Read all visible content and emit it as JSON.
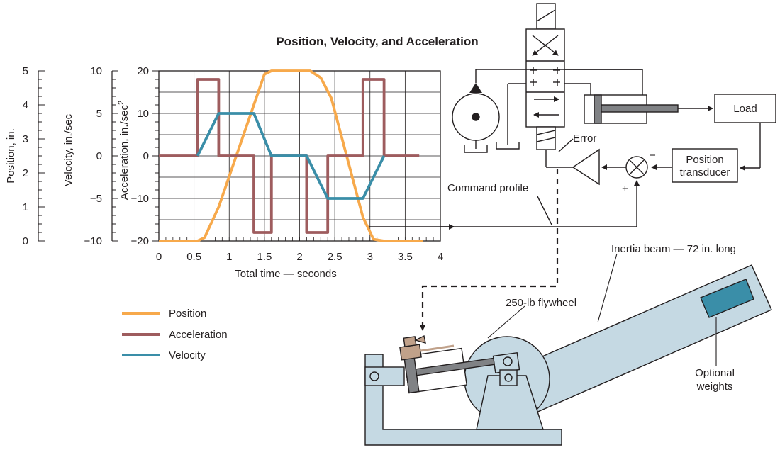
{
  "title": "Position, Velocity, and Acceleration",
  "chart_data": {
    "type": "line",
    "xlabel": "Total time — seconds",
    "xlim": [
      0,
      4
    ],
    "xticks": [
      "0",
      "0.5",
      "1",
      "1.5",
      "2",
      "2.5",
      "3",
      "3.5",
      "4"
    ],
    "axes": {
      "position": {
        "label": "Position, in.",
        "lim": [
          0,
          5
        ],
        "ticks": [
          "0",
          "1",
          "2",
          "3",
          "4",
          "5"
        ]
      },
      "velocity": {
        "label": "Velocity, in./sec",
        "lim": [
          -10,
          10
        ],
        "ticks": [
          "−10",
          "−5",
          "0",
          "5",
          "10"
        ]
      },
      "acceleration": {
        "label_main": "Acceleration, in./sec",
        "label_sup": "2",
        "lim": [
          -20,
          20
        ],
        "ticks": [
          "−20",
          "−10",
          "0",
          "10",
          "20"
        ]
      }
    },
    "legend_placement": "bottom-left",
    "grid": true,
    "series": [
      {
        "name": "Position",
        "axis": "position",
        "color": "#f7a94b",
        "points": [
          [
            0,
            0
          ],
          [
            0.55,
            0
          ],
          [
            0.65,
            0.1
          ],
          [
            0.85,
            1.0
          ],
          [
            1.35,
            4.0
          ],
          [
            1.5,
            4.9
          ],
          [
            1.6,
            5.0
          ],
          [
            2.15,
            5.0
          ],
          [
            2.3,
            4.8
          ],
          [
            2.45,
            4.2
          ],
          [
            2.9,
            0.7
          ],
          [
            3.05,
            0.05
          ],
          [
            3.2,
            0
          ],
          [
            3.75,
            0
          ]
        ]
      },
      {
        "name": "Acceleration",
        "axis": "acceleration",
        "color": "#9e5c5e",
        "points": [
          [
            0,
            0
          ],
          [
            0.55,
            0
          ],
          [
            0.55,
            18
          ],
          [
            0.85,
            18
          ],
          [
            0.85,
            0
          ],
          [
            1.35,
            0
          ],
          [
            1.35,
            -18
          ],
          [
            1.6,
            -18
          ],
          [
            1.6,
            0
          ],
          [
            2.1,
            0
          ],
          [
            2.1,
            -18
          ],
          [
            2.4,
            -18
          ],
          [
            2.4,
            0
          ],
          [
            2.9,
            0
          ],
          [
            2.9,
            18
          ],
          [
            3.2,
            18
          ],
          [
            3.2,
            0
          ],
          [
            3.7,
            0
          ]
        ]
      },
      {
        "name": "Velocity",
        "axis": "velocity",
        "color": "#3a8ea8",
        "points": [
          [
            0.55,
            0
          ],
          [
            0.85,
            5
          ],
          [
            1.35,
            5
          ],
          [
            1.6,
            0
          ],
          [
            2.1,
            0
          ],
          [
            2.4,
            -5
          ],
          [
            2.9,
            -5
          ],
          [
            3.2,
            0
          ]
        ]
      }
    ]
  },
  "diagram": {
    "load": "Load",
    "position_transducer": [
      "Position",
      "transducer"
    ],
    "error": "Error",
    "command_profile": "Command profile",
    "minus": "−",
    "plus": "+",
    "inertia_beam": "Inertia beam — 72 in. long",
    "flywheel": "250-lb flywheel",
    "optional_weights": [
      "Optional",
      "weights"
    ]
  },
  "colors": {
    "machine_fill": "#c5d9e3",
    "actuator_fill": "#c0a18a",
    "weight_fill": "#3a8ea8",
    "rod_fill": "#808285",
    "line": "#231f20"
  }
}
